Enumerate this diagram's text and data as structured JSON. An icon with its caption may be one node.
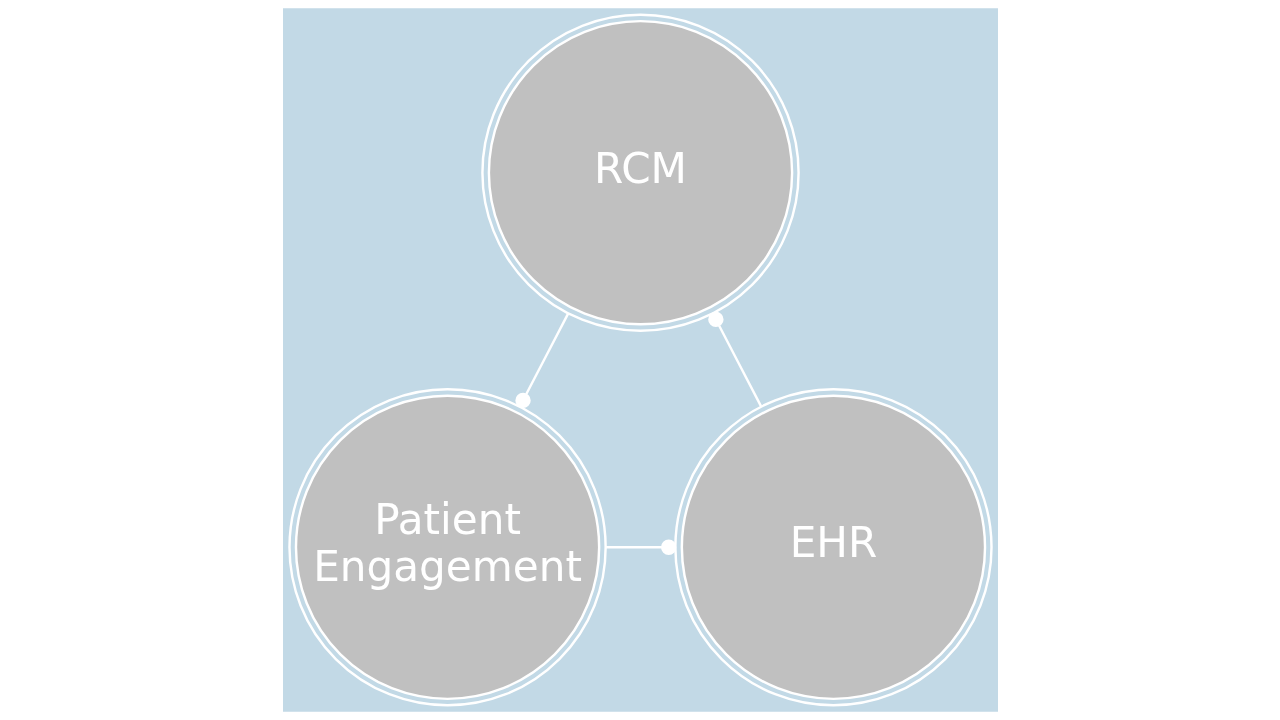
{
  "diagram": {
    "nodes": [
      {
        "text": [
          "RCM"
        ]
      },
      {
        "text": [
          "EHR"
        ]
      },
      {
        "text": [
          "Patient Engagement"
        ]
      }
    ],
    "edges": [
      {
        "from": 0,
        "to": 2,
        "arrow": "other"
      },
      {
        "from": 2,
        "to": 1,
        "arrow": "other"
      },
      {
        "from": 1,
        "to": 0,
        "arrow": "other"
      }
    ]
  }
}
